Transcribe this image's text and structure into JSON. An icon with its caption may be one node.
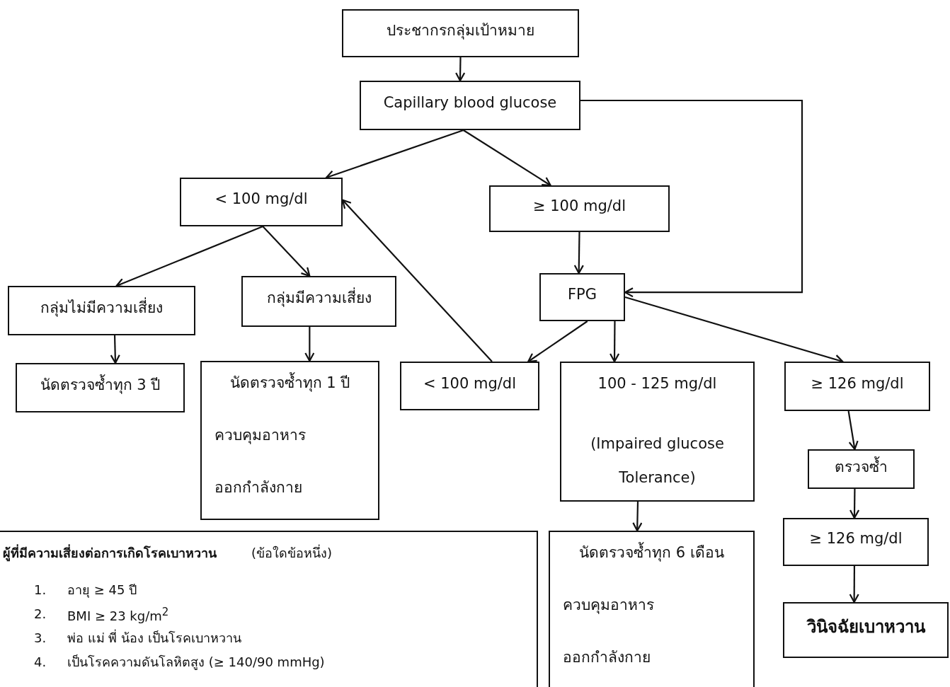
{
  "diagram": {
    "nodes": [
      {
        "text": [
          "ประชากรกลุ่มเป้าหมาย"
        ]
      },
      {
        "text": [
          "Capillary blood glucose"
        ]
      },
      {
        "text": [
          "< 100 mg/dl"
        ]
      },
      {
        "text": [
          "≥ 100 mg/dl"
        ]
      },
      {
        "text": [
          "กลุ่มไม่มีความเสี่ยง"
        ]
      },
      {
        "text": [
          "กลุ่มมีความเสี่ยง"
        ]
      },
      {
        "text": [
          "FPG"
        ]
      },
      {
        "text": [
          "นัดตรวจซ้ำทุก 3 ปี"
        ]
      },
      {
        "text": [
          "นัดตรวจซ้ำทุก 1 ปี",
          "ควบคุมอาหาร",
          "ออกกำลังกาย"
        ]
      },
      {
        "text": [
          "< 100 mg/dl"
        ]
      },
      {
        "text": [
          "100 - 125 mg/dl",
          "(Impaired glucose Tolerance)"
        ]
      },
      {
        "text": [
          "≥ 126 mg/dl"
        ]
      },
      {
        "text": [
          "ตรวจซ้ำ"
        ]
      },
      {
        "text": [
          "นัดตรวจซ้ำทุก 6 เดือน",
          "ควบคุมอาหาร",
          "ออกกำลังกาย"
        ]
      },
      {
        "text": [
          "≥ 126 mg/dl"
        ]
      },
      {
        "text": [
          "วินิจฉัยเบาหวาน"
        ]
      },
      {
        "text": [
          "ผู้ที่มีความเสี่ยงต่อการเกิดโรคเบาหวาน",
          "(ข้อใดข้อหนึ่ง)",
          "1.",
          "อายุ ≥ 45 ปี",
          "2.",
          "BMI ≥ 23 kg/m$^{2}$",
          "3.",
          "พ่อ  แม่  พี่ น้อง เป็นโรคเบาหวาน",
          "4.",
          "เป็นโรคความดันโลหิตสูง (≥ 140/90 mmHg)"
        ]
      }
    ],
    "edges": [
      {
        "from": 0,
        "to": 1,
        "arrow": "to"
      },
      {
        "from": 1,
        "to": 2,
        "arrow": "to"
      },
      {
        "from": 1,
        "to": 3,
        "arrow": "to"
      },
      {
        "from": 1,
        "to": 6,
        "arrow": "to"
      },
      {
        "from": 2,
        "to": 4,
        "arrow": "to"
      },
      {
        "from": 2,
        "to": 5,
        "arrow": "to"
      },
      {
        "from": 3,
        "to": 6,
        "arrow": "to"
      },
      {
        "from": 9,
        "to": 2,
        "arrow": "to"
      },
      {
        "from": 4,
        "to": 7,
        "arrow": "to"
      },
      {
        "from": 5,
        "to": 8,
        "arrow": "to"
      },
      {
        "from": 6,
        "to": 9,
        "arrow": "to"
      },
      {
        "from": 6,
        "to": 10,
        "arrow": "to"
      },
      {
        "from": 6,
        "to": 11,
        "arrow": "to"
      },
      {
        "from": 10,
        "to": 13,
        "arrow": "to"
      },
      {
        "from": 11,
        "to": 12,
        "arrow": "to"
      },
      {
        "from": 12,
        "to": 14,
        "arrow": "to"
      },
      {
        "from": 14,
        "to": 15,
        "arrow": "to"
      }
    ]
  }
}
